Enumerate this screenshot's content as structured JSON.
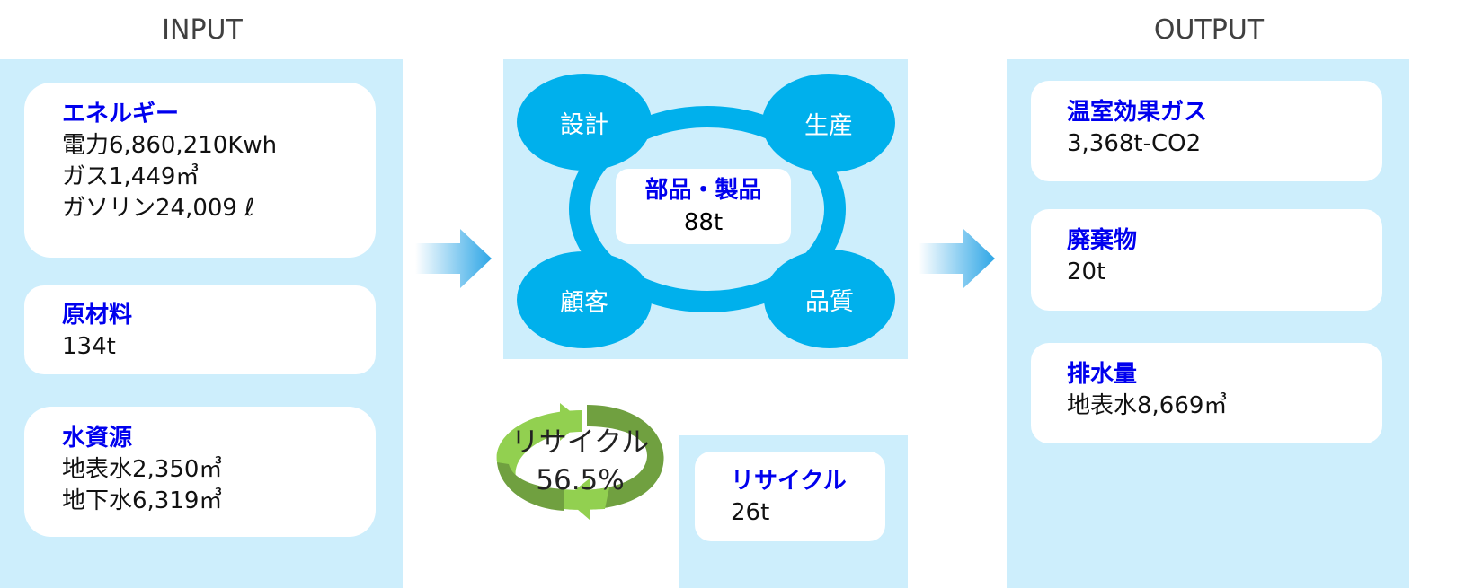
{
  "input": {
    "title": "INPUT",
    "energy": {
      "heading": "エネルギー",
      "lines": [
        "電力6,860,210Kwh",
        "ガス1,449㎥",
        "ガソリン24,009 ℓ"
      ]
    },
    "materials": {
      "heading": "原材料",
      "lines": [
        "134t"
      ]
    },
    "water": {
      "heading": "水資源",
      "lines": [
        "地表水2,350㎥",
        "地下水6,319㎥"
      ]
    }
  },
  "process": {
    "nodes": [
      "設計",
      "生産",
      "顧客",
      "品質"
    ],
    "center": {
      "heading": "部品・製品",
      "value": "88t"
    }
  },
  "recycle": {
    "icon_label": "リサイクル",
    "rate": "56.5%",
    "card": {
      "heading": "リサイクル",
      "value": "26t"
    }
  },
  "output": {
    "title": "OUTPUT",
    "ghg": {
      "heading": "温室効果ガス",
      "lines": [
        "3,368t-CO2"
      ]
    },
    "waste": {
      "heading": "廃棄物",
      "lines": [
        "20t"
      ]
    },
    "drainage": {
      "heading": "排水量",
      "lines": [
        "地表水8,669㎥"
      ]
    }
  },
  "colors": {
    "panel": "#cdeefc",
    "node": "#00b0ec",
    "heading": "#0000ee",
    "recycle_light": "#92d050",
    "recycle_dark": "#70a040"
  }
}
